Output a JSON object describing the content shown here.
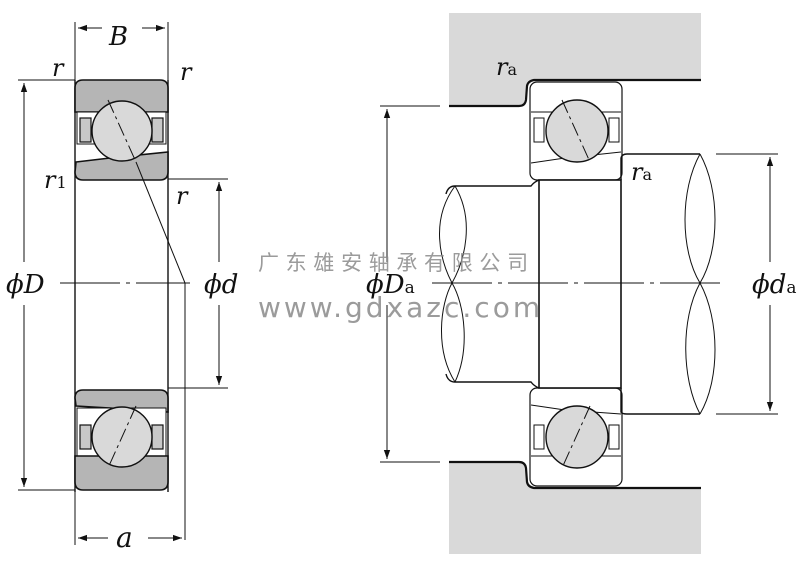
{
  "diagram": {
    "title": "Angular contact ball bearing dimensions and mounting",
    "left_view": {
      "labels": {
        "width": "B",
        "chamfer_top_left": "r",
        "chamfer_top_right": "r",
        "chamfer_inner": "r",
        "chamfer_r1_main": "r",
        "chamfer_r1_sub": "1",
        "outer_diameter_phi": "ϕ",
        "outer_diameter": "D",
        "bore_phi": "ϕ",
        "bore": "d",
        "load_center": "a"
      }
    },
    "right_view": {
      "labels": {
        "housing_fillet_main": "r",
        "housing_fillet_sub": "a",
        "shaft_fillet_main": "r",
        "shaft_fillet_sub": "a",
        "housing_shoulder_phi": "ϕ",
        "housing_shoulder": "D",
        "housing_shoulder_sub": "a",
        "shaft_shoulder_phi": "ϕ",
        "shaft_shoulder": "d",
        "shaft_shoulder_sub": "a"
      }
    },
    "watermark": {
      "company": "广 东 雄 安 轴 承 有 限 公 司",
      "website": "www.gdxazc.com"
    },
    "colors": {
      "ring_fill": "#b5b5b5",
      "ball_fill": "#d9d9d9",
      "housing_fill": "#d9d9d9",
      "line": "#111111",
      "watermark": "#8a8a8a"
    }
  }
}
